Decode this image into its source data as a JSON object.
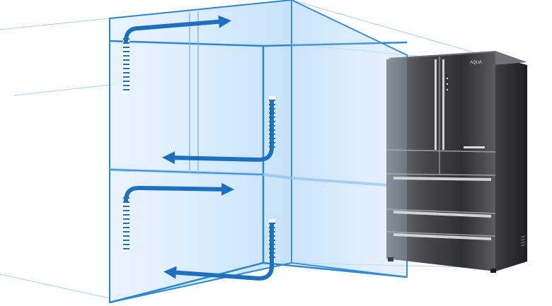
{
  "fridge": {
    "brand_label": "AQUA",
    "body_color": "#5b5d62",
    "glass_color": "#3a3c41",
    "handle_color": "#cfd2d6"
  },
  "airflow": {
    "arrow_color": "#1d6fc0",
    "upper_compartment": [
      "vent-bar-left",
      "arrow-top-right",
      "vent-bar-right",
      "arrow-mid-left"
    ],
    "lower_compartment": [
      "vent-bar-left",
      "arrow-lower-right",
      "vent-bar-right",
      "arrow-bottom-left"
    ]
  },
  "colors": {
    "box_fill": "#cfe6fb",
    "box_edge": "#2b86d6",
    "perspective_line": "#9bc6ee"
  }
}
